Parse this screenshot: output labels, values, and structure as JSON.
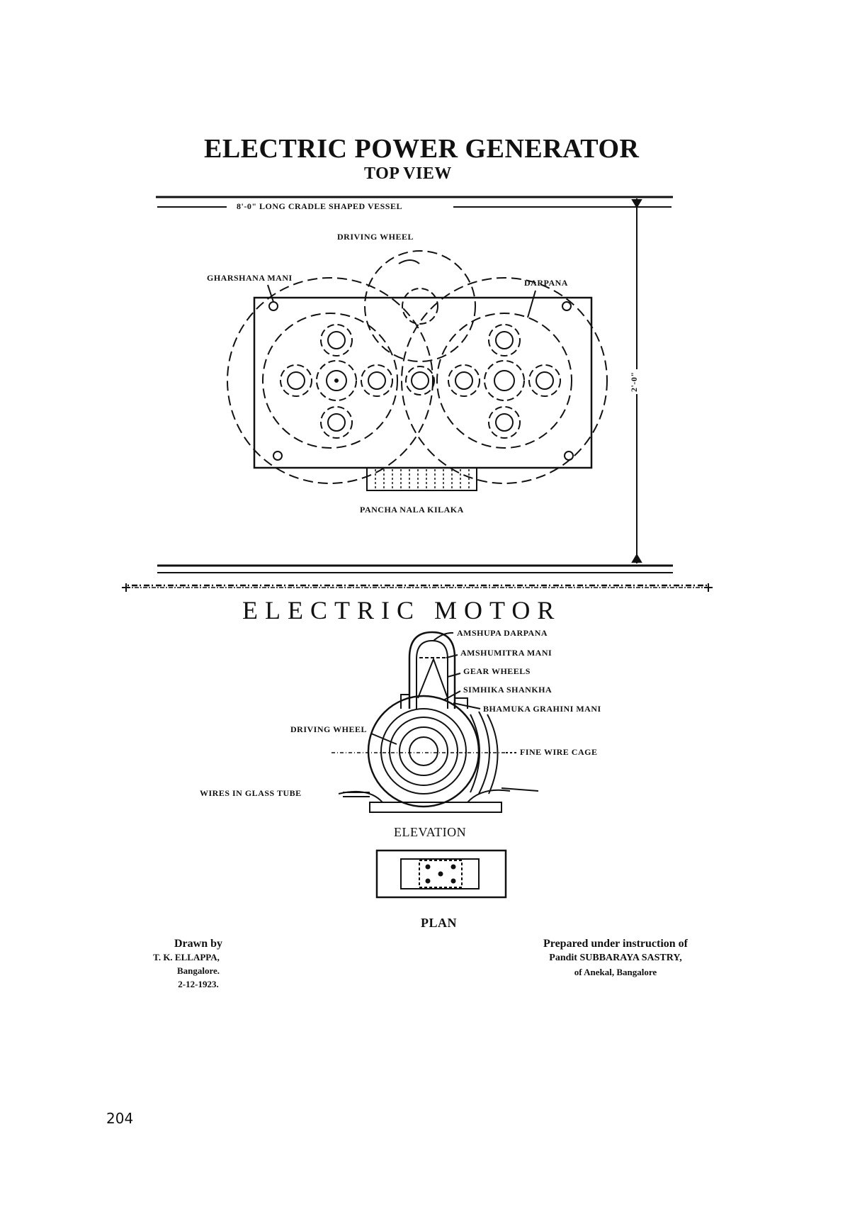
{
  "generator": {
    "title": "ELECTRIC POWER GENERATOR",
    "subtitle": "TOP VIEW",
    "vessel_label": "8'-0\" LONG CRADLE SHAPED VESSEL",
    "driving_wheel": "DRIVING WHEEL",
    "gharshana_mani": "GHARSHANA MANI",
    "darpana": "DARPANA",
    "pancha_nala_kilaka": "PANCHA NALA KILAKA",
    "dimension": "2'-0\""
  },
  "motor": {
    "title": "ELECTRIC MOTOR",
    "amshupa_darpana": "AMSHUPA DARPANA",
    "amshumitra_mani": "AMSHUMITRA MANI",
    "gear_wheels": "GEAR WHEELS",
    "simhika_shankha": "SIMHIKA SHANKHA",
    "bhamuka_grahini_mani": "BHAMUKA GRAHINI MANI",
    "driving_wheel": "DRIVING WHEEL",
    "fine_wire_cage": "FINE WIRE CAGE",
    "wires_in_glass_tube": "WIRES IN GLASS TUBE",
    "elevation": "ELEVATION",
    "plan": "PLAN"
  },
  "credits": {
    "drawn_by": [
      "Drawn by",
      "T. K. ELLAPPA,",
      "Bangalore.",
      "2-12-1923."
    ],
    "prepared": [
      "Prepared under instruction of",
      "Pandit SUBBARAYA SASTRY,",
      "of Anekal, Bangalore"
    ]
  },
  "page_number": "204"
}
